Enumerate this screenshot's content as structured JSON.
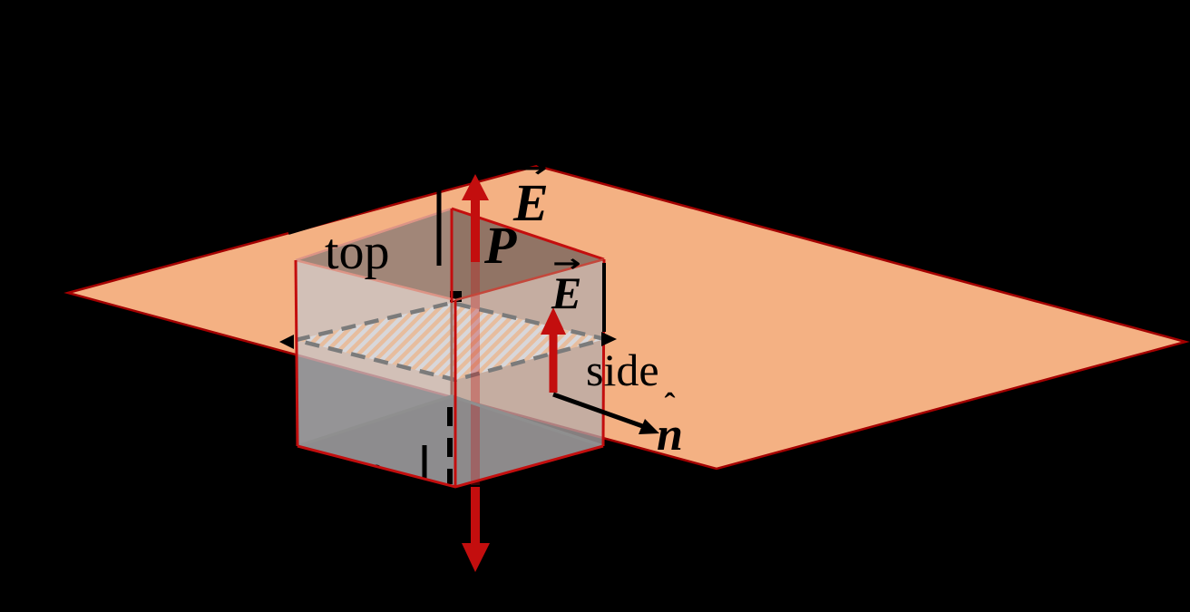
{
  "figure": {
    "labels": {
      "top_face": "top",
      "side_face": "side",
      "point": "P",
      "field_top": "E",
      "field_side": "E",
      "vec_arrow": "→",
      "normal_letter": "n",
      "normal_hat": "ˆ"
    },
    "colors": {
      "black": "#000000",
      "plane_fill": "#F4B183",
      "plane_stroke": "#A40000",
      "red": "#C30E0E",
      "pale_edge": "#DC9486",
      "mid_edge": "#C4473B",
      "muted_edge": "#9E6F66",
      "gray_edge": "#8F8F8F",
      "dash_gray": "#7B7B7B",
      "hatch_stripe": "#D8D7DA",
      "cross_fill": "#E7BD9E",
      "face_top": "rgba(97,79,72,0.52)",
      "face_back_left": "rgba(214,211,213,0.50)",
      "face_back_right": "rgba(150,139,136,0.50)",
      "face_front_left": "rgba(191,189,193,0.50)",
      "face_front_right": "rgba(197,191,192,0.48)",
      "face_bottom": "#5A5A5A",
      "band": "rgba(195,14,14,0.30)"
    }
  }
}
